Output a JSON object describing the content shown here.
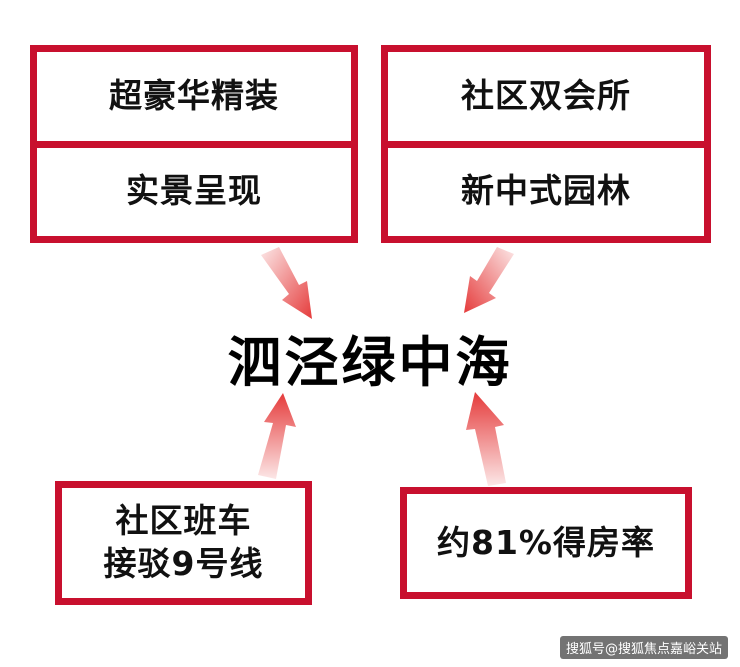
{
  "diagram": {
    "center_title": "泗泾绿中海",
    "top_left_card": {
      "line1": "超豪华精装",
      "line2": "实景呈现"
    },
    "top_right_card": {
      "line1": "社区双会所",
      "line2": "新中式园林"
    },
    "bottom_left_card": {
      "line1": "社区班车",
      "line2": "接驳9号线"
    },
    "bottom_right_card": {
      "text": "约81%得房率"
    }
  },
  "watermark": "搜狐号@搜狐焦点嘉峪关站",
  "colors": {
    "accent_red": "#c8102e",
    "arrow_red": "#e53b3b",
    "text": "#111111"
  }
}
